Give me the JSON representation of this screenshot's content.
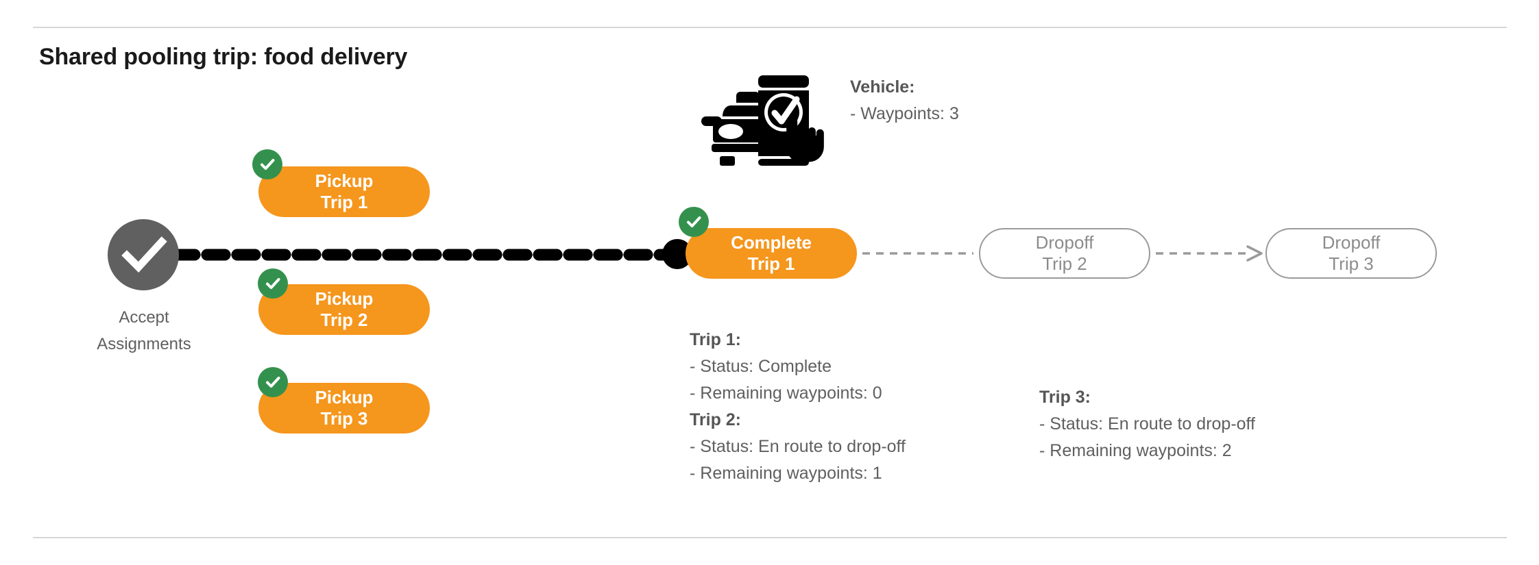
{
  "page": {
    "title": "Shared pooling trip: food delivery",
    "background": "#ffffff",
    "colors": {
      "orange": "#F5961D",
      "green": "#34914D",
      "gray_node": "#606060",
      "gray_text": "#5f5f5f",
      "gray_outline": "#9a9a9a",
      "divider": "#d6d6d6",
      "black": "#000000"
    }
  },
  "diagram": {
    "accept_node": {
      "icon": "check-icon",
      "label_line1": "Accept",
      "label_line2": "Assignments"
    },
    "pickups": [
      {
        "badge": "check-badge",
        "line1": "Pickup",
        "line2": "Trip 1"
      },
      {
        "badge": "check-badge",
        "line1": "Pickup",
        "line2": "Trip 2"
      },
      {
        "badge": "check-badge",
        "line1": "Pickup",
        "line2": "Trip 3"
      }
    ],
    "complete_node": {
      "badge": "check-badge",
      "line1": "Complete",
      "line2": "Trip 1"
    },
    "dropoffs": [
      {
        "line1": "Dropoff",
        "line2": "Trip 2"
      },
      {
        "line1": "Dropoff",
        "line2": "Trip 3"
      }
    ]
  },
  "vehicle_info": {
    "icon": "car-phone-check-icon",
    "header": "Vehicle:",
    "waypoints": "- Waypoints: 3"
  },
  "trip_info": {
    "trip1": {
      "header": "Trip 1:",
      "status": "- Status:  Complete",
      "remaining": "- Remaining waypoints: 0"
    },
    "trip2": {
      "header": "Trip 2:",
      "status": "- Status:  En route to drop-off",
      "remaining": "- Remaining waypoints: 1"
    },
    "trip3": {
      "header": "Trip 3:",
      "status": "- Status:  En route to drop-off",
      "remaining": "- Remaining waypoints: 2"
    }
  }
}
